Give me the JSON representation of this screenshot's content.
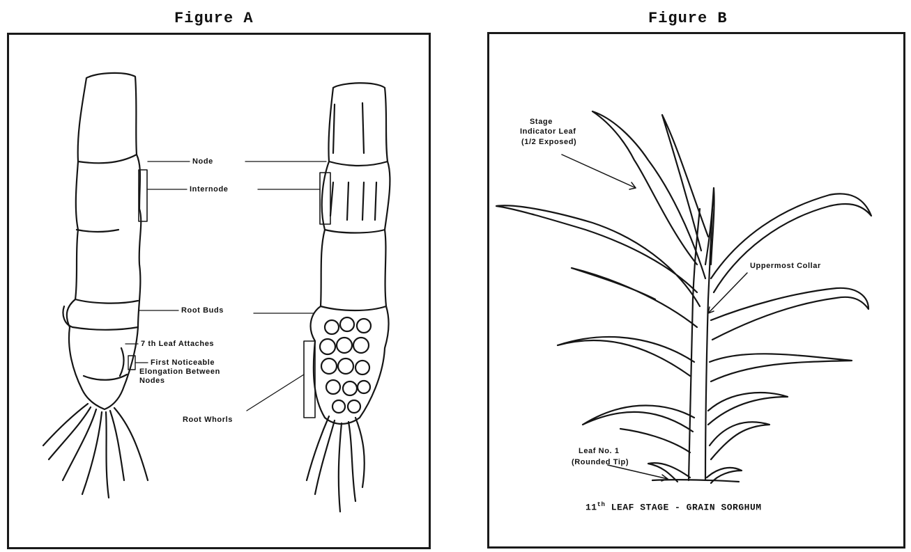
{
  "figure_a": {
    "title": "Figure A",
    "labels": {
      "node": "Node",
      "internode": "Internode",
      "root_buds": "Root Buds",
      "leaf_attaches": "7 th Leaf Attaches",
      "elongation_line1": "First Noticeable",
      "elongation_line2": "Elongation Between",
      "elongation_line3": "Nodes",
      "root_whorls": "Root Whorls"
    }
  },
  "figure_b": {
    "title": "Figure B",
    "labels": {
      "stage_line1": "Stage",
      "stage_line2": "Indicator Leaf",
      "stage_line3": "(1/2  Exposed)",
      "uppermost_collar": "Uppermost Collar",
      "leaf1_line1": "Leaf No. 1",
      "leaf1_line2": "(Rounded Tip)"
    },
    "caption": {
      "leaf_number": "11",
      "suffix": "th",
      "text": "LEAF STAGE   -   GRAIN SORGHUM"
    }
  }
}
